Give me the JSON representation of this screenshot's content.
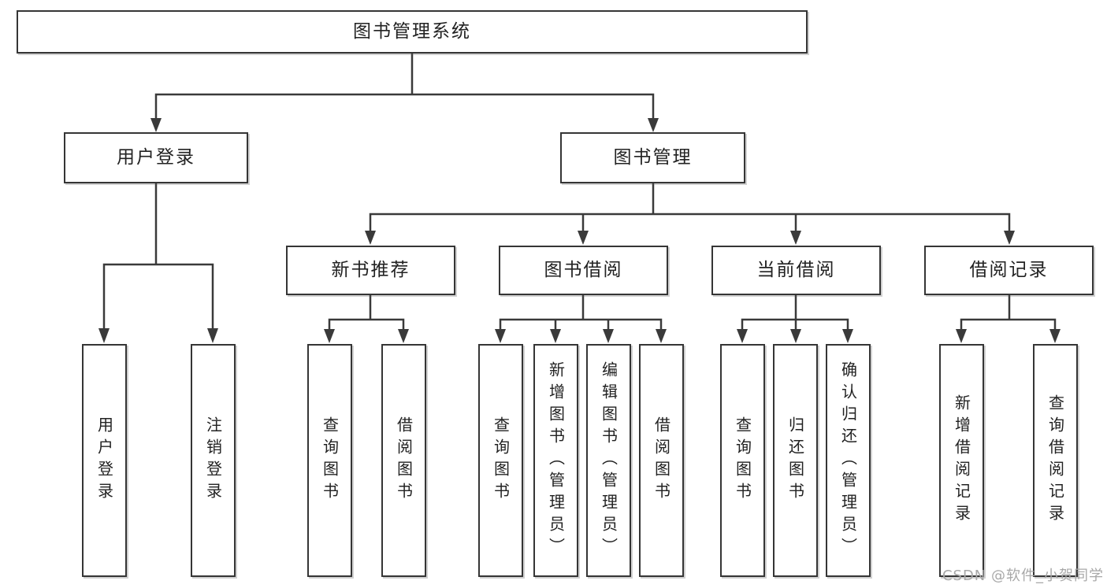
{
  "page": {
    "background": "#ffffff"
  },
  "colors": {
    "line": "#3a3a3a",
    "border": "#353535",
    "text": "#222222"
  },
  "watermark": {
    "text": "CSDN @软件_小贺同学",
    "color": "#a8a8a8"
  },
  "diagram": {
    "type": "hierarchy-tree",
    "root": {
      "label": "图书管理系统"
    },
    "branches": [
      {
        "label": "用户登录",
        "children": [
          {
            "label": "用户登录"
          },
          {
            "label": "注销登录"
          }
        ]
      },
      {
        "label": "图书管理",
        "groups": [
          {
            "label": "新书推荐",
            "children": [
              {
                "label": "查询图书"
              },
              {
                "label": "借阅图书"
              }
            ]
          },
          {
            "label": "图书借阅",
            "children": [
              {
                "label": "查询图书"
              },
              {
                "label": "新增图书（管理员）"
              },
              {
                "label": "编辑图书（管理员）"
              },
              {
                "label": "借阅图书"
              }
            ]
          },
          {
            "label": "当前借阅",
            "children": [
              {
                "label": "查询图书"
              },
              {
                "label": "归还图书"
              },
              {
                "label": "确认归还（管理员）"
              }
            ]
          },
          {
            "label": "借阅记录",
            "children": [
              {
                "label": "新增借阅记录"
              },
              {
                "label": "查询借阅记录"
              }
            ]
          }
        ]
      }
    ]
  }
}
